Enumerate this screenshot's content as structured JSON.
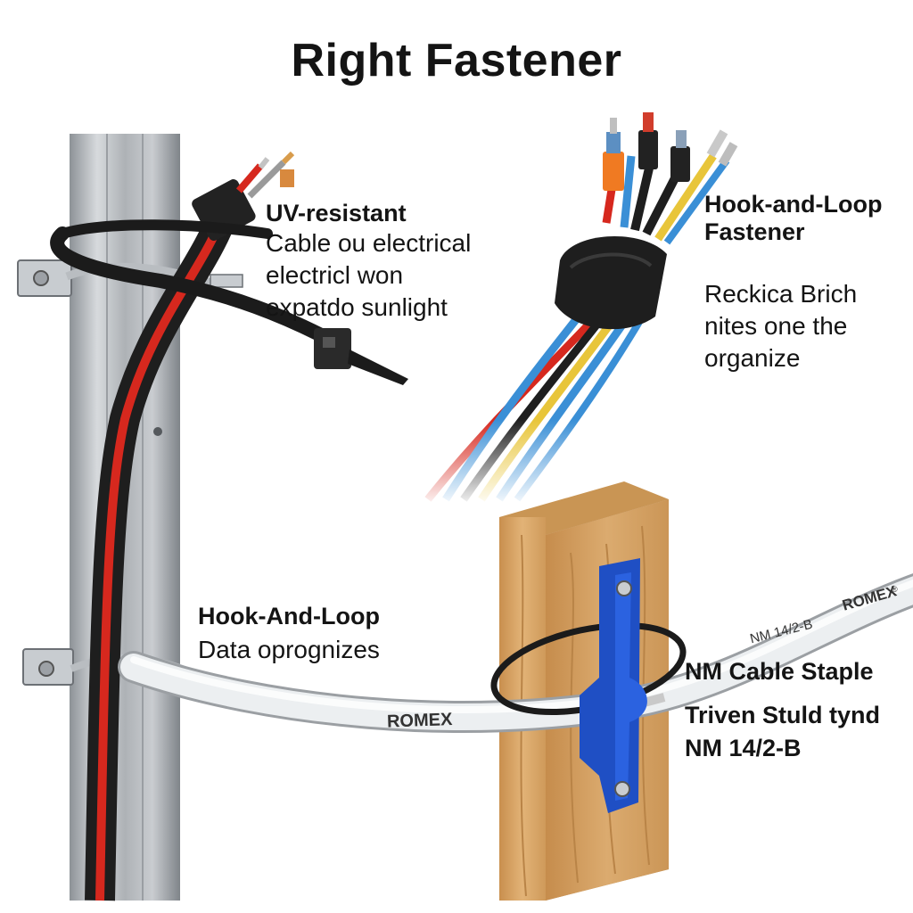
{
  "title": "Right Fastener",
  "labels": {
    "uv": {
      "heading": "UV-resistant",
      "lines": [
        "Cable ou electrical",
        "electricl won",
        "expatdo sunlight"
      ]
    },
    "hook_loop_top": {
      "heading_lines": [
        "Hook-and-Loop",
        "Fastener"
      ],
      "lines": [
        "Reckica Brich",
        "nites one the",
        "organize"
      ]
    },
    "hook_loop_mid": {
      "heading": "Hook-And-Loop",
      "lines": [
        "Data oprognizes"
      ]
    },
    "nm_staple": {
      "heading": "NM Cable Staple",
      "lines": [
        "Triven Stuld tynd",
        "NM 14/2-B"
      ]
    }
  },
  "cable_prints": {
    "romex_left": "ROMEX",
    "romex_right": "ROMEX",
    "romex_reg": "®",
    "nm_rating": "NM 14/2-B"
  },
  "colors": {
    "wire_red": "#d6281e",
    "wire_black": "#1e1e1e",
    "wire_blue": "#3a8fd6",
    "wire_yellow": "#e8c53a",
    "staple_blue": "#1f4fc4",
    "wood": "#d9a86a",
    "steel": "#b8bcc0",
    "orange_tip": "#f07a22"
  }
}
